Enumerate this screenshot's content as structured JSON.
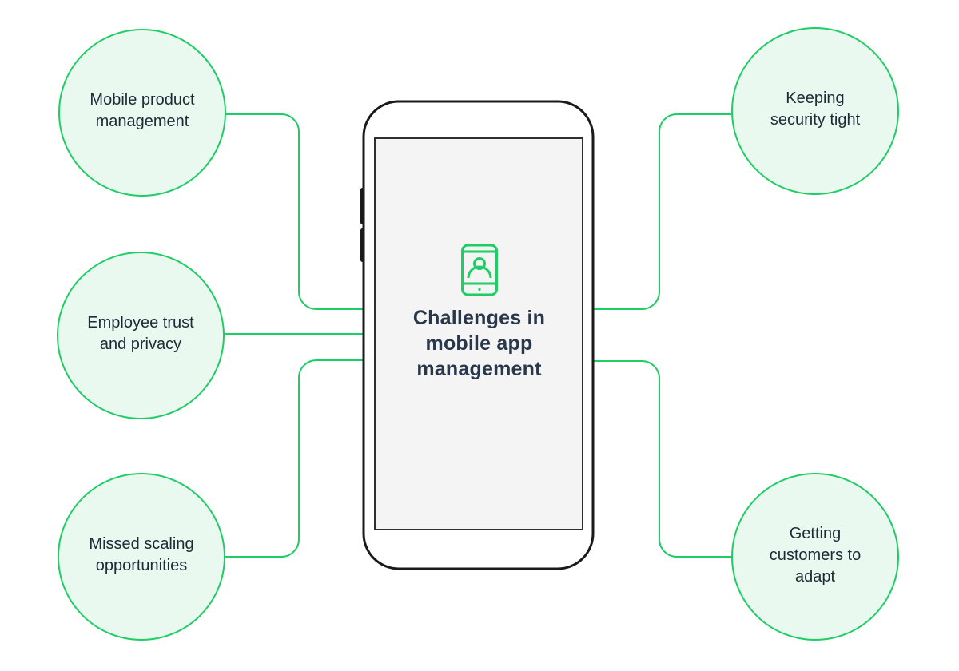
{
  "diagram": {
    "title": "Challenges in\nmobile app\nmanagement",
    "bubbles": [
      {
        "id": "mobile-product-management",
        "label": "Mobile product\nmanagement",
        "position": "top-left"
      },
      {
        "id": "employee-trust-and-privacy",
        "label": "Employee trust\nand privacy",
        "position": "middle-left"
      },
      {
        "id": "missed-scaling-opportunities",
        "label": "Missed scaling\nopportunities",
        "position": "bottom-left"
      },
      {
        "id": "keeping-security-tight",
        "label": "Keeping\nsecurity tight",
        "position": "top-right"
      },
      {
        "id": "getting-customers-to-adapt",
        "label": "Getting\ncustomers to\nadapt",
        "position": "bottom-right"
      }
    ],
    "center_icon": "mobile-user-icon",
    "colors": {
      "accent_green": "#1ECD64",
      "bubble_fill": "#E9F9EF",
      "title_navy": "#28374A",
      "label_dark": "#1D2B36",
      "phone_frame": "#1A1A1A",
      "screen_gray": "#F4F4F5",
      "background": "#FFFFFF"
    }
  }
}
